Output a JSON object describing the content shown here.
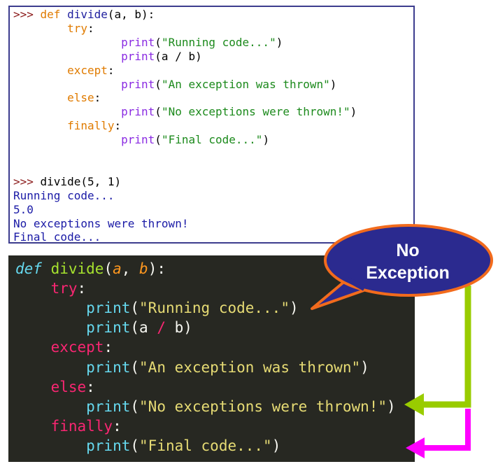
{
  "top_panel": {
    "lines": [
      {
        "segments": [
          {
            "t": ">>> ",
            "c": "prompt"
          },
          {
            "t": "def ",
            "c": "kw"
          },
          {
            "t": "divide",
            "c": "fn"
          },
          {
            "t": "(a, b):",
            "c": "plain"
          }
        ]
      },
      {
        "segments": [
          {
            "t": "        try",
            "c": "kw"
          },
          {
            "t": ":",
            "c": "plain"
          }
        ]
      },
      {
        "segments": [
          {
            "t": "                print",
            "c": "builtin"
          },
          {
            "t": "(",
            "c": "plain"
          },
          {
            "t": "\"Running code...\"",
            "c": "str"
          },
          {
            "t": ")",
            "c": "plain"
          }
        ]
      },
      {
        "segments": [
          {
            "t": "                print",
            "c": "builtin"
          },
          {
            "t": "(a / b)",
            "c": "plain"
          }
        ]
      },
      {
        "segments": [
          {
            "t": "        except",
            "c": "kw"
          },
          {
            "t": ":",
            "c": "plain"
          }
        ]
      },
      {
        "segments": [
          {
            "t": "                print",
            "c": "builtin"
          },
          {
            "t": "(",
            "c": "plain"
          },
          {
            "t": "\"An exception was thrown\"",
            "c": "str"
          },
          {
            "t": ")",
            "c": "plain"
          }
        ]
      },
      {
        "segments": [
          {
            "t": "        else",
            "c": "kw"
          },
          {
            "t": ":",
            "c": "plain"
          }
        ]
      },
      {
        "segments": [
          {
            "t": "                print",
            "c": "builtin"
          },
          {
            "t": "(",
            "c": "plain"
          },
          {
            "t": "\"No exceptions were thrown!\"",
            "c": "str"
          },
          {
            "t": ")",
            "c": "plain"
          }
        ]
      },
      {
        "segments": [
          {
            "t": "        finally",
            "c": "kw"
          },
          {
            "t": ":",
            "c": "plain"
          }
        ]
      },
      {
        "segments": [
          {
            "t": "                print",
            "c": "builtin"
          },
          {
            "t": "(",
            "c": "plain"
          },
          {
            "t": "\"Final code...\"",
            "c": "str"
          },
          {
            "t": ")",
            "c": "plain"
          }
        ]
      },
      {
        "segments": []
      },
      {
        "segments": []
      },
      {
        "segments": [
          {
            "t": ">>> ",
            "c": "prompt"
          },
          {
            "t": "divide(5, 1)",
            "c": "plain"
          }
        ]
      },
      {
        "segments": [
          {
            "t": "Running code...",
            "c": "out"
          }
        ]
      },
      {
        "segments": [
          {
            "t": "5.0",
            "c": "out"
          }
        ]
      },
      {
        "segments": [
          {
            "t": "No exceptions were thrown!",
            "c": "out"
          }
        ]
      },
      {
        "segments": [
          {
            "t": "Final code...",
            "c": "out"
          }
        ]
      }
    ]
  },
  "bottom_panel": {
    "lines": [
      {
        "segments": [
          {
            "t": "def ",
            "c": "dk-def"
          },
          {
            "t": "divide",
            "c": "dk-fn"
          },
          {
            "t": "(",
            "c": "dk-white"
          },
          {
            "t": "a",
            "c": "dk-param"
          },
          {
            "t": ", ",
            "c": "dk-white"
          },
          {
            "t": "b",
            "c": "dk-param"
          },
          {
            "t": "):",
            "c": "dk-white"
          }
        ]
      },
      {
        "segments": [
          {
            "t": "    try",
            "c": "dk-kw"
          },
          {
            "t": ":",
            "c": "dk-white"
          }
        ]
      },
      {
        "segments": [
          {
            "t": "        print",
            "c": "dk-builtin"
          },
          {
            "t": "(",
            "c": "dk-white"
          },
          {
            "t": "\"Running code...\"",
            "c": "dk-str"
          },
          {
            "t": ")",
            "c": "dk-white"
          }
        ]
      },
      {
        "segments": [
          {
            "t": "        print",
            "c": "dk-builtin"
          },
          {
            "t": "(a ",
            "c": "dk-white"
          },
          {
            "t": "/",
            "c": "dk-kw"
          },
          {
            "t": " b)",
            "c": "dk-white"
          }
        ]
      },
      {
        "segments": [
          {
            "t": "    except",
            "c": "dk-kw"
          },
          {
            "t": ":",
            "c": "dk-white"
          }
        ]
      },
      {
        "segments": [
          {
            "t": "        print",
            "c": "dk-builtin"
          },
          {
            "t": "(",
            "c": "dk-white"
          },
          {
            "t": "\"An exception was thrown\"",
            "c": "dk-str"
          },
          {
            "t": ")",
            "c": "dk-white"
          }
        ]
      },
      {
        "segments": [
          {
            "t": "    else",
            "c": "dk-kw"
          },
          {
            "t": ":",
            "c": "dk-white"
          }
        ]
      },
      {
        "segments": [
          {
            "t": "        print",
            "c": "dk-builtin"
          },
          {
            "t": "(",
            "c": "dk-white"
          },
          {
            "t": "\"No exceptions were thrown!\"",
            "c": "dk-str"
          },
          {
            "t": ")",
            "c": "dk-white"
          }
        ]
      },
      {
        "segments": [
          {
            "t": "    finally",
            "c": "dk-kw"
          },
          {
            "t": ":",
            "c": "dk-white"
          }
        ]
      },
      {
        "segments": [
          {
            "t": "        print",
            "c": "dk-builtin"
          },
          {
            "t": "(",
            "c": "dk-white"
          },
          {
            "t": "\"Final code...\"",
            "c": "dk-str"
          },
          {
            "t": ")",
            "c": "dk-white"
          }
        ]
      }
    ]
  },
  "callout": {
    "line1": "No",
    "line2": "Exception"
  },
  "colors": {
    "bubble_fill": "#2b2a8f",
    "bubble_stroke": "#f26b1d",
    "green_arrow": "#99cc00",
    "magenta_arrow": "#ff00ff"
  }
}
